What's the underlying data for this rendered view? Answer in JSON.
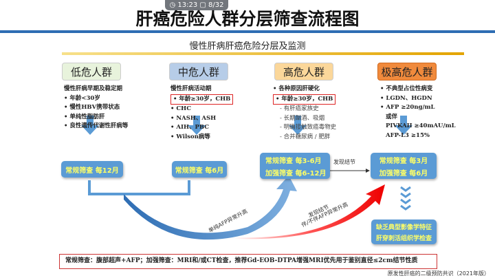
{
  "status": {
    "time": "13:23",
    "page": "8/32"
  },
  "title": "肝癌危险人群分层筛查流程图",
  "subtitle": "慢性肝病肝癌危险分层及监测",
  "groups": [
    {
      "label": "低危人群",
      "color": "#e8f3dc",
      "items": [
        "慢性肝病早期及稳定期",
        "• 年龄<30岁",
        "• 慢性HBV携带状态",
        "• 单纯性脂肪肝",
        "• 良性遗传代谢性肝病等"
      ],
      "screen": [
        "常规筛查  每12月"
      ]
    },
    {
      "label": "中危人群",
      "color": "#b7cde8",
      "items": [
        "慢性肝病活动期",
        "• 年龄≥30岁，CHB",
        "• CHC",
        "• NASH、ASH",
        "• AIH、PBC",
        "• Wilson病等"
      ],
      "screen": [
        "常规筛查  每6月"
      ]
    },
    {
      "label": "高危人群",
      "color": "#fbd79a",
      "items": [
        "• 各种原因肝硬化",
        "• 年龄≥30岁，CHB",
        "- 有肝癌家族史",
        "- 长期酗酒、吸烟",
        "- 明确接触致癌毒物史",
        "- 合并糖尿病 / 肥胖"
      ],
      "screen": [
        "常规筛查  每3-6月",
        "加强筛查  每6-12月"
      ]
    },
    {
      "label": "极高危人群",
      "color": "#f08a3c",
      "items": [
        "• 不典型占位性病变",
        "• LGDN、HGDN",
        "• AFP ≥20ng/mL",
        "或伴",
        "PIVKAII ≥40mAU/mL",
        "AFP-L3 ≥15%"
      ],
      "screen": [
        "常规筛查  每3月",
        "加强筛查  每6月"
      ]
    }
  ],
  "arrows": {
    "found_nodule": "发现结节",
    "afp_only": "单纯AFP异常升高",
    "nodule_afp_1": "发现结节",
    "nodule_afp_2": "伴/不伴AFP异常升高"
  },
  "biopsy": [
    "缺乏典型影像学特征",
    "肝穿刺活组织学检查"
  ],
  "bottom_note": "常规筛查：腹部超声+AFP；加强筛查：MRI和/或CT检查，推荐Gd-EOB-DTPA增强MRI优先用于鉴别直径≤2cm结节性质",
  "footer": "原发性肝癌的二级预防共识（2021年版）"
}
